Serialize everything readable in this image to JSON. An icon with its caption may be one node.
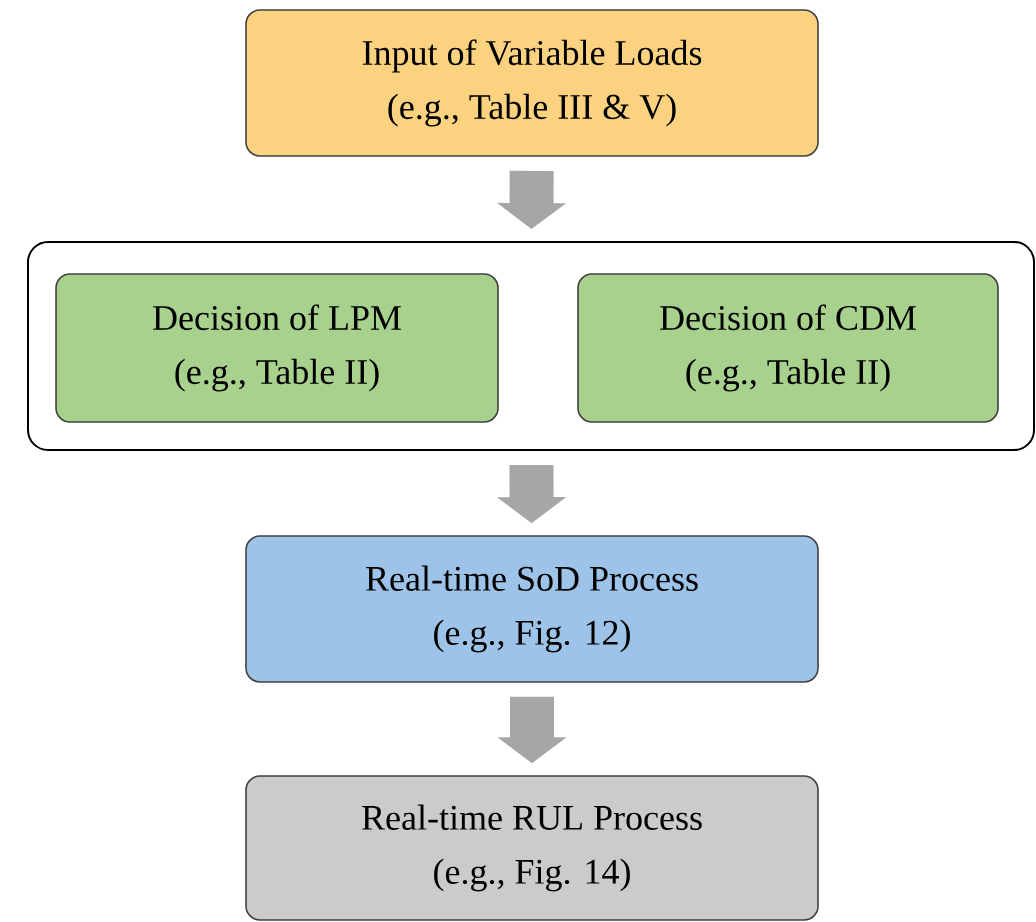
{
  "diagram": {
    "nodes": [
      {
        "text": [
          "Input of Variable Loads",
          "(e.g., Table III & V)"
        ]
      },
      {
        "text": [],
        "shape": "box"
      },
      {
        "text": [
          "Decision of LPM",
          "(e.g., Table II)"
        ],
        "in": 1
      },
      {
        "text": [
          "Decision of CDM",
          "(e.g., Table II)"
        ],
        "in": 1
      },
      {
        "text": [
          "Real-time SoD Process",
          "(e.g., Fig. 12)"
        ]
      },
      {
        "text": [
          "Real-time RUL Process",
          "(e.g., Fig. 14)"
        ]
      }
    ],
    "edges": [
      {
        "from": 0,
        "to": 1,
        "arrow": "to"
      },
      {
        "from": 1,
        "to": 4,
        "arrow": "to"
      },
      {
        "from": 4,
        "to": 5,
        "arrow": "to"
      }
    ]
  }
}
